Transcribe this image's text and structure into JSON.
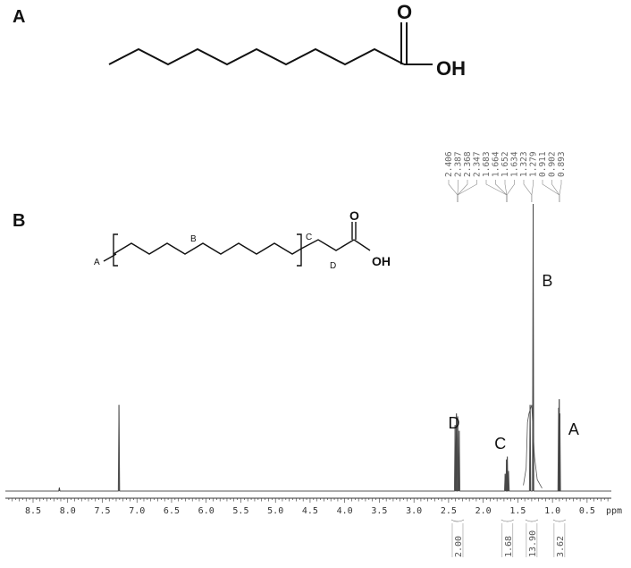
{
  "panels": {
    "a_label": "A",
    "b_label": "B"
  },
  "structure_a": {
    "oxygen_label": "O",
    "hydroxyl_label": "OH"
  },
  "structure_b": {
    "terminal_label": "A",
    "chain_label": "B",
    "c_label": "C",
    "d_label": "D",
    "oxygen_label": "O",
    "hydroxyl_label": "OH"
  },
  "chart_data": {
    "type": "line",
    "x_unit_label": "ppm",
    "x_ticks": [
      "8.5",
      "8.0",
      "7.5",
      "7.0",
      "6.5",
      "6.0",
      "5.5",
      "5.0",
      "4.5",
      "4.0",
      "3.5",
      "3.0",
      "2.5",
      "2.0",
      "1.5",
      "1.0",
      "0.5"
    ],
    "xlim": [
      8.9,
      0.15
    ],
    "peak_labels": [
      {
        "label": "D",
        "x": 2.37
      },
      {
        "label": "C",
        "x": 1.65
      },
      {
        "label": "B",
        "x": 1.28
      },
      {
        "label": "A",
        "x": 0.9
      }
    ],
    "chemical_shifts": [
      "2.406",
      "2.387",
      "2.368",
      "2.347",
      "1.683",
      "1.664",
      "1.652",
      "1.634",
      "1.323",
      "1.279",
      "0.911",
      "0.902",
      "0.893"
    ],
    "integrals": [
      {
        "value": "2.00",
        "x": 2.37
      },
      {
        "value": "1.68",
        "x": 1.65
      },
      {
        "value": "13.90",
        "x": 1.3
      },
      {
        "value": "3.62",
        "x": 0.9
      }
    ],
    "peaks": [
      {
        "x": 7.26,
        "height": 0.3
      },
      {
        "x": 8.12,
        "height": 0.012
      },
      {
        "x": 2.406,
        "height": 0.23
      },
      {
        "x": 2.387,
        "height": 0.27
      },
      {
        "x": 2.368,
        "height": 0.26
      },
      {
        "x": 2.347,
        "height": 0.21
      },
      {
        "x": 1.683,
        "height": 0.06
      },
      {
        "x": 1.664,
        "height": 0.11
      },
      {
        "x": 1.652,
        "height": 0.12
      },
      {
        "x": 1.634,
        "height": 0.07
      },
      {
        "x": 1.323,
        "height": 0.3
      },
      {
        "x": 1.279,
        "height": 1.0
      },
      {
        "x": 0.911,
        "height": 0.29
      },
      {
        "x": 0.902,
        "height": 0.32
      },
      {
        "x": 0.893,
        "height": 0.27
      }
    ]
  }
}
